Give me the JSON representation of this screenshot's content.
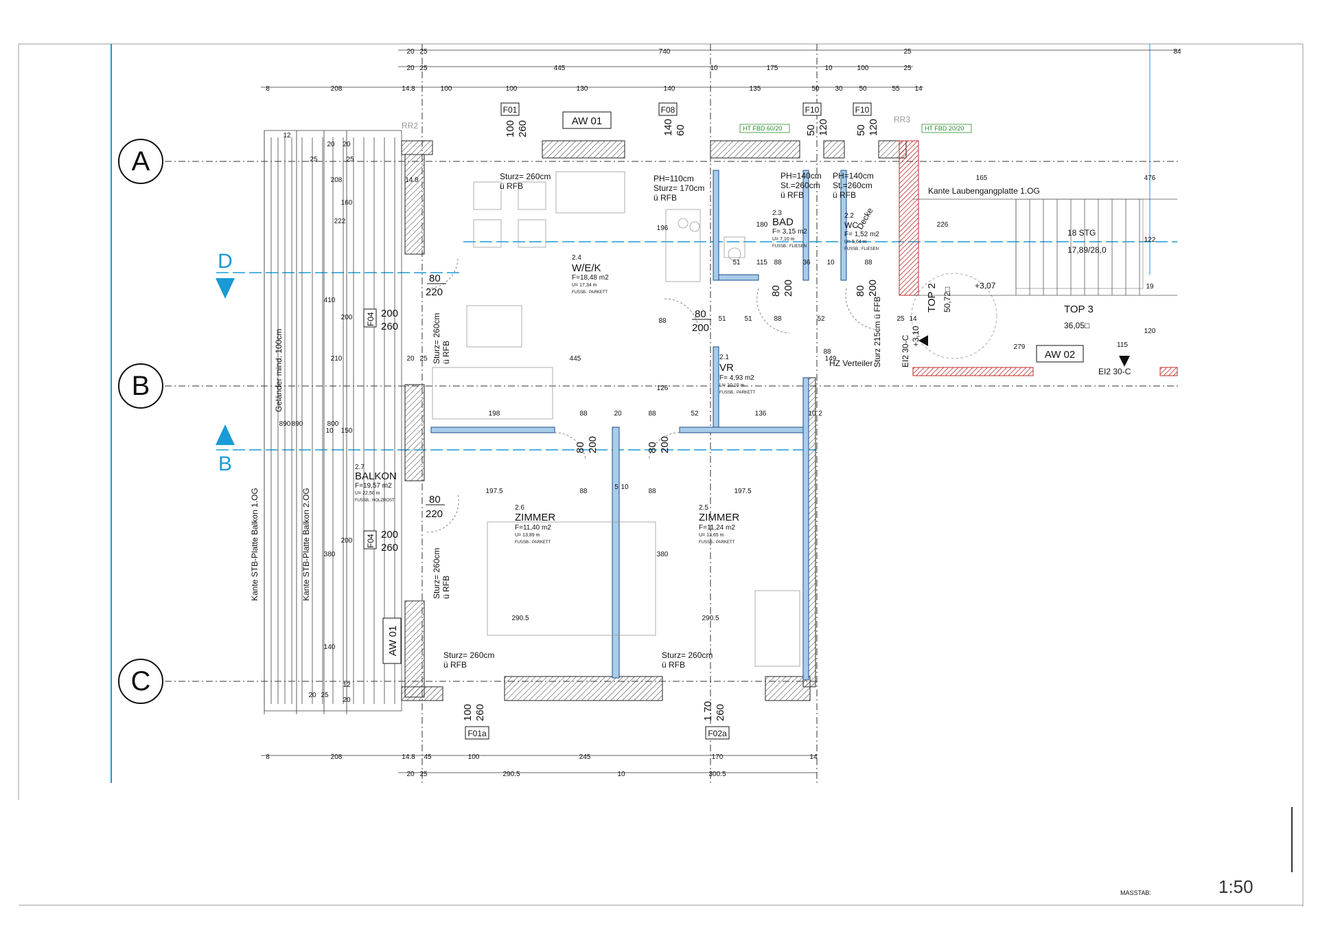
{
  "axes": {
    "a": "A",
    "b": "B",
    "c": "C"
  },
  "sections": {
    "d": "D",
    "b": "B"
  },
  "scale": {
    "label": "MASSTAB:",
    "value": "1:50"
  },
  "rooms": {
    "wek": {
      "num": "2.4",
      "name": "W/E/K",
      "area": "F=18,48 m2",
      "perim": "U= 17,34  m",
      "floor": "FUSSB.: PARKETT"
    },
    "bad": {
      "num": "2.3",
      "name": "BAD",
      "area": "F= 3,15 m2",
      "perim": "U= 7,10  m",
      "floor": "FUSSB.: FLIESEN"
    },
    "wc": {
      "num": "2.2",
      "name": "WC",
      "area": "F= 1,52 m2",
      "perim": "U= 5,04  m",
      "floor": "FUSSB.: FLIESEN"
    },
    "vr": {
      "num": "2.1",
      "name": "VR",
      "area": "F= 4,93 m2",
      "perim": "U= 10,10  m",
      "floor": "FUSSB.: PARKETT"
    },
    "balkon": {
      "num": "2.7",
      "name": "BALKON",
      "area": "F=19,57 m2",
      "perim": "U= 22,50  m",
      "floor": "FUSSB.: HOLZROST"
    },
    "zimmer1": {
      "num": "2.6",
      "name": "ZIMMER",
      "area": "F=11,40 m2",
      "perim": "U= 13,89  m",
      "floor": "FUSSB.: PARKETT"
    },
    "zimmer2": {
      "num": "2.5",
      "name": "ZIMMER",
      "area": "F=11,24 m2",
      "perim": "U= 13,65  m",
      "floor": "FUSSB.: PARKETT"
    }
  },
  "top2": {
    "label": "TOP 2",
    "area": "50,72□"
  },
  "top3": {
    "label": "TOP 3",
    "area": "36,05□"
  },
  "stairs": {
    "label": "18 STG",
    "ratio": "17,89/28,0"
  },
  "windows": {
    "f01": {
      "tag": "F01",
      "w": "100",
      "h": "260"
    },
    "f08": {
      "tag": "F08",
      "w": "140",
      "h": "60"
    },
    "f10a": {
      "tag": "F10",
      "w": "50",
      "h": "120"
    },
    "f10b": {
      "tag": "F10",
      "w": "50",
      "h": "120"
    },
    "f04a": {
      "tag": "F04",
      "w": "200",
      "h": "260"
    },
    "f04b": {
      "tag": "F04",
      "w": "200",
      "h": "260"
    },
    "f01a": {
      "tag": "F01a",
      "w": "100",
      "h": "260"
    },
    "f02a": {
      "tag": "F02a",
      "w": "1.70",
      "h": "260"
    }
  },
  "walls": {
    "aw01_top": "AW 01",
    "aw01_left": "AW 01",
    "aw02": "AW 02"
  },
  "doors": {
    "d1": {
      "w": "80",
      "h": "220"
    },
    "d2": {
      "w": "80",
      "h": "200"
    },
    "d3": {
      "w": "80",
      "h": "200"
    },
    "d4": {
      "w": "80",
      "h": "200"
    },
    "d5": {
      "w": "80",
      "h": "200"
    },
    "d6": {
      "w": "80",
      "h": "200"
    },
    "d7": {
      "w": "80",
      "h": "220"
    }
  },
  "notes": {
    "sturz_top1": "Sturz= 260cm",
    "rfb_top1": "ü RFB",
    "ph110": "PH=110cm",
    "sturz170": "Sturz= 170cm",
    "rfb_k": "ü RFB",
    "ph140a": "PH=140cm",
    "st260a": "St.=260cm",
    "rfb_b": "ü RFB",
    "ph140b": "PH=140cm",
    "st260b": "St.=260cm",
    "rfb_w": "ü RFB",
    "sturz_left1": "Sturz= 260cm",
    "rfb_left1": "ü RFB",
    "sturz_left2": "Sturz= 260cm",
    "rfb_left2": "ü RFB",
    "sturz_bot1": "Sturz= 260cm",
    "rfb_bot1": "ü RFB",
    "sturz_bot2": "Sturz= 260cm",
    "rfb_bot2": "ü RFB",
    "kante_lg": "Kante Laubengangplatte 1.OG",
    "kante_b1": "Kante STB-Platte Balkon 1.OG",
    "kante_b2": "Kante STB-Platte Balkon 2.OG",
    "gelaender": "Geländer mind. 100cm",
    "hz": "HZ Verteiler",
    "sturz_215": "Sturz 215cm ü FFB",
    "ei30a": "EI2 30-C",
    "ei30b": "EI2 30-C",
    "level_a": "+3,07",
    "level_b": "+3,10",
    "rr2": "RR2",
    "rr3": "RR3",
    "ht1": "HT FBD 60/20",
    "ht2": "HT FBD 20/20",
    "decke": "Decke"
  },
  "dims": {
    "top1": [
      "20",
      "25",
      "740",
      "25",
      "84"
    ],
    "top2": [
      "20",
      "25",
      "445",
      "10",
      "175",
      "10",
      "100",
      "25"
    ],
    "top3": [
      "8",
      "208",
      "14.8",
      "100",
      "100",
      "130",
      "140",
      "135",
      "50",
      "30",
      "50",
      "55",
      "14"
    ],
    "bot1": [
      "8",
      "208",
      "14.8",
      "45",
      "100",
      "245",
      "170",
      "14"
    ],
    "bot2": [
      "20",
      "25",
      "290.5",
      "10",
      "300.5"
    ],
    "left_a": [
      "12",
      "25",
      "20",
      "20",
      "25",
      "208",
      "14.8",
      "160",
      "222"
    ],
    "left_b": [
      "410",
      "200",
      "210",
      "20",
      "25",
      "800",
      "890",
      "890",
      "150",
      "10"
    ],
    "left_c": [
      "200",
      "380",
      "140",
      "20",
      "25",
      "12",
      "20"
    ],
    "inner": [
      "445",
      "198",
      "88",
      "20",
      "88",
      "52",
      "136",
      "10",
      "2",
      "197.5",
      "88",
      "5",
      "10",
      "88",
      "197.5",
      "290.5",
      "290.5",
      "196",
      "126",
      "88",
      "380",
      "180",
      "51",
      "88",
      "36",
      "10",
      "88",
      "51",
      "88",
      "52",
      "149",
      "25",
      "14",
      "226",
      "165",
      "476",
      "122",
      "19",
      "120",
      "279",
      "115",
      "51",
      "88",
      "115"
    ]
  }
}
